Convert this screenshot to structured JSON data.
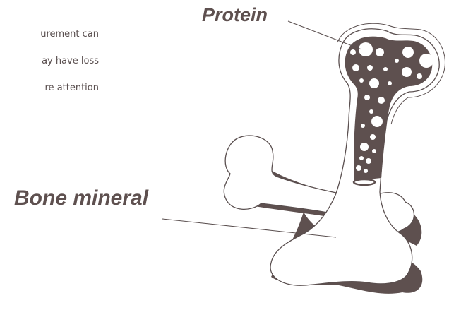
{
  "paragraph": {
    "lines": [
      "urement can",
      "ay have loss",
      "re attention"
    ]
  },
  "labels": {
    "protein": "Protein",
    "bone_mineral": "Bone mineral"
  },
  "colors": {
    "bone_fill": "#ffffff",
    "bone_outline": "#5a4f4f",
    "marrow": "#5e504f",
    "shadow": "#5e504f",
    "text": "#5a4f4f"
  }
}
